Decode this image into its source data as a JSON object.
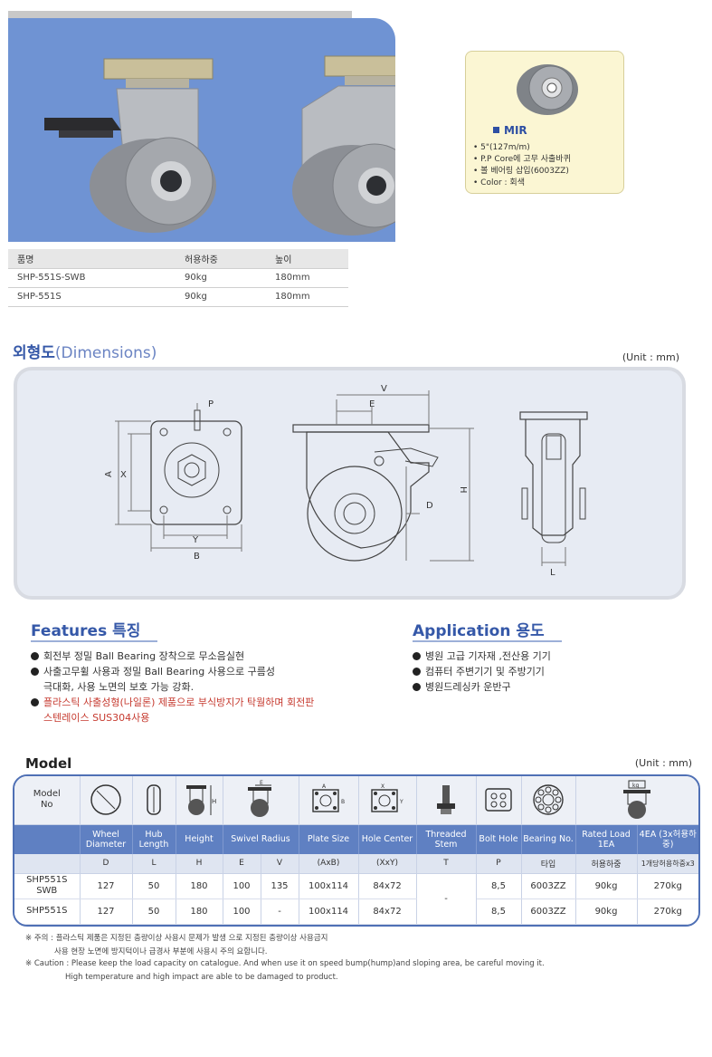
{
  "mir": {
    "title": "MIR",
    "items": [
      "5\"(127m/m)",
      "P.P Core에 고무 사출바퀴",
      "볼 베어링 삽입(6003ZZ)",
      "Color : 회색"
    ]
  },
  "product_table": {
    "headers": [
      "품명",
      "허용하중",
      "높이"
    ],
    "rows": [
      [
        "SHP-551S-SWB",
        "90kg",
        "180mm"
      ],
      [
        "SHP-551S",
        "90kg",
        "180mm"
      ]
    ]
  },
  "dimensions": {
    "title_ko": "외형도",
    "title_en": "(Dimensions)",
    "unit": "(Unit : mm)",
    "labels": {
      "p": "P",
      "a": "A",
      "x": "X",
      "y": "Y",
      "b": "B",
      "v": "V",
      "e": "E",
      "d": "D",
      "h": "H",
      "l": "L"
    }
  },
  "features": {
    "title": "Features 특징",
    "items": [
      {
        "text": "회전부 정밀 Ball Bearing 장착으로 무소음실현",
        "type": "bullet"
      },
      {
        "text": "사출고무휠 사용과 정밀 Ball Bearing 사용으로 구름성",
        "type": "bullet"
      },
      {
        "text": "극대화, 사용 노면의 보호 가능 강화.",
        "type": "cont"
      },
      {
        "text": "플라스틱 사출성형(나일론)  제품으로 부식방지가 탁월하며 회전판",
        "type": "red-bullet"
      },
      {
        "text": "스텐레이스 SUS304사용",
        "type": "red-cont"
      }
    ]
  },
  "application": {
    "title": "Application 용도",
    "items": [
      "병원 고급 기자재 ,전산용 기기",
      "컴퓨터 주변기기 및 주방기기",
      "병원드레싱카 운반구"
    ]
  },
  "model": {
    "title": "Model",
    "unit": "(Unit : mm)",
    "model_no_label": [
      "Model",
      "No"
    ],
    "headers": [
      "Wheel Diameter",
      "Hub Length",
      "Height",
      "Swivel Radius",
      "Plate Size",
      "Hole Center",
      "Threaded Stem",
      "Bolt Hole",
      "Bearing No.",
      "Rated Load 1EA",
      "4EA (3x허용하중)"
    ],
    "subheaders": [
      "D",
      "L",
      "H",
      "E",
      "V",
      "(AxB)",
      "(XxY)",
      "T",
      "P",
      "타입",
      "허용하중",
      "1개당허용하중x3"
    ],
    "icon_labels": {
      "height": "H",
      "swivel": "E",
      "plate_a": "A",
      "plate_b": "B",
      "hole_x": "X",
      "hole_y": "Y",
      "load": "kg"
    },
    "rows": [
      {
        "model": [
          "SHP551S",
          "SWB"
        ],
        "d": "127",
        "l": "50",
        "h": "180",
        "e": "100",
        "v": "135",
        "plate": "100x114",
        "hole": "84x72",
        "t": "-",
        "p": "8,5",
        "bearing": "6003ZZ",
        "load": "90kg",
        "load4": "270kg"
      },
      {
        "model": [
          "SHP551S"
        ],
        "d": "127",
        "l": "50",
        "h": "180",
        "e": "100",
        "v": "-",
        "plate": "100x114",
        "hole": "84x72",
        "t": "",
        "p": "8,5",
        "bearing": "6003ZZ",
        "load": "90kg",
        "load4": "270kg"
      }
    ]
  },
  "notes": [
    "※ 주의 : 플라스틱 제품은 지정된 충량이상 사용시 문제가 발생 으로 지정된 충량이상 사용금지",
    "사용 현장 노면에 방지턱이나 급경사 부분에 사용시 주의 요합니다.",
    "※ Caution : Please keep the load capacity on catalogue. And when use it on speed bump(hump)and sloping area, be careful moving it.",
    "High temperature and high impact are able to be damaged to product."
  ],
  "colors": {
    "accent": "#3558a8",
    "hero_bg": "#6f93d3",
    "table_head": "#5f80c2",
    "red": "#c63a2f"
  }
}
